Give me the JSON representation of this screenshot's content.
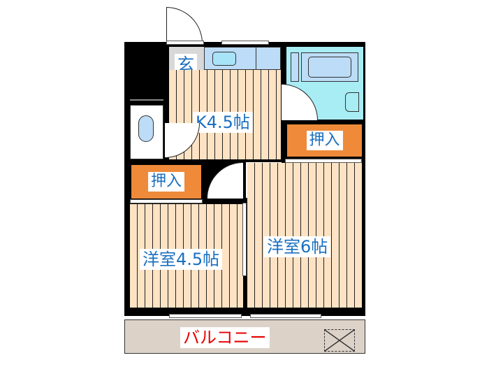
{
  "floorplan": {
    "rooms": [
      {
        "id": "entrance",
        "label": "玄"
      },
      {
        "id": "kitchen",
        "label": "K4.5帖"
      },
      {
        "id": "closet-right",
        "label": "押入"
      },
      {
        "id": "closet-left",
        "label": "押入"
      },
      {
        "id": "western-room-small",
        "label": "洋室4.5帖"
      },
      {
        "id": "western-room-large",
        "label": "洋室6帖"
      },
      {
        "id": "balcony",
        "label": "バルコニー"
      }
    ],
    "colors": {
      "wall": "#000000",
      "floor": "#fde3c4",
      "closet": "#ee8a3a",
      "bath": "#a8ecf4",
      "kitchen_counter": "#bcdcf7",
      "entrance": "#d8d8d8",
      "balcony": "#dcd2c8",
      "label_text": "#1a6fc0",
      "balcony_text": "#e60000"
    }
  }
}
